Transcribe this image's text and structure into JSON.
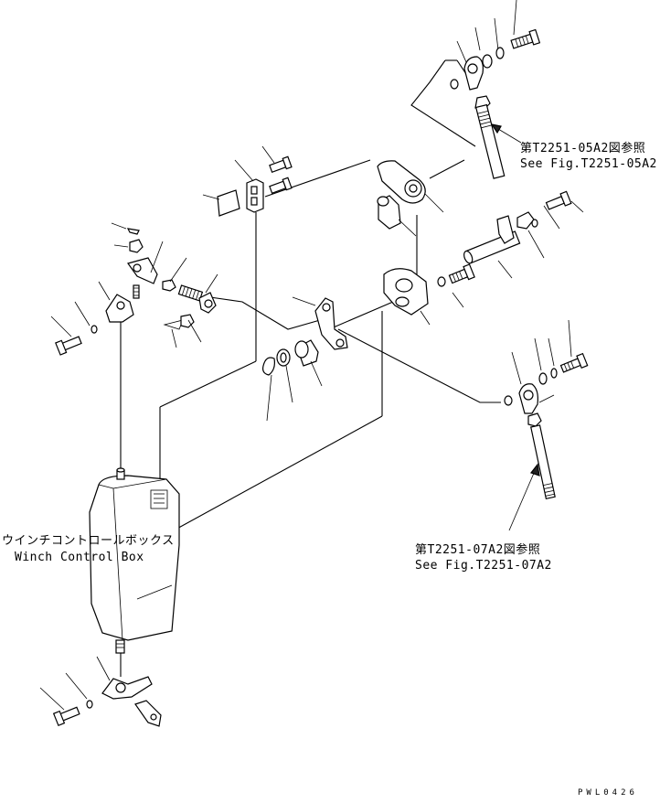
{
  "references": {
    "upper": {
      "jp": "第T2251-05A2図参照",
      "en": "See Fig.T2251-05A2"
    },
    "lower": {
      "jp": "第T2251-07A2図参照",
      "en": "See Fig.T2251-07A2"
    }
  },
  "box_label": {
    "jp": "ウインチコントロールボックス",
    "en": "Winch Control Box"
  },
  "drawing_code": "PWL0426"
}
